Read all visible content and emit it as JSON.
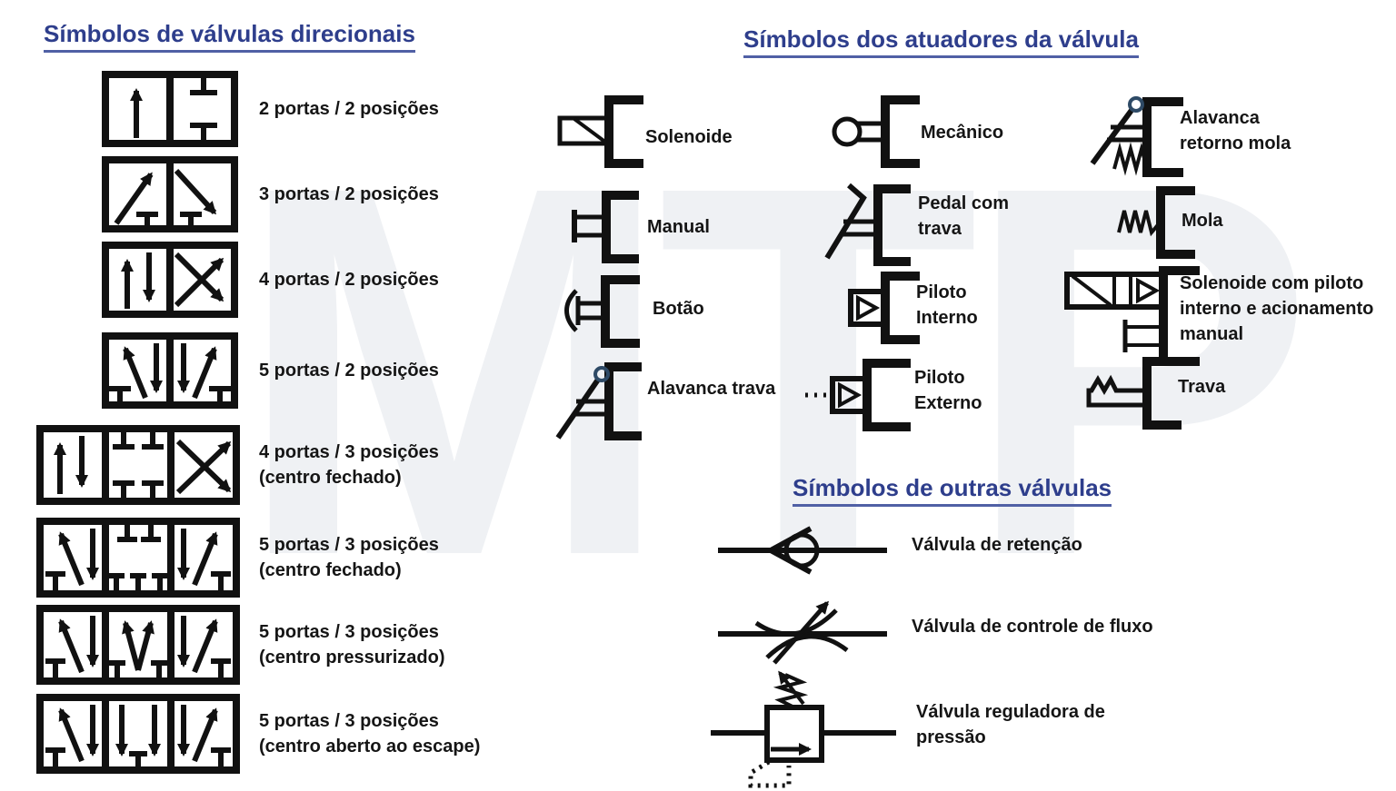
{
  "watermark": {
    "text": "MTP",
    "color": "#eff1f4"
  },
  "colors": {
    "title": "#2e3e8c",
    "symbol_stroke": "#111111",
    "lever_knob": "#2e4a66",
    "label": "#151515"
  },
  "directional": {
    "title": "Símbolos de válvulas direcionais",
    "items": [
      {
        "symbol": "valve-2-ports-2-positions",
        "lines": [
          "2 portas / 2 posições"
        ]
      },
      {
        "symbol": "valve-3-ports-2-positions",
        "lines": [
          "3 portas / 2 posições"
        ]
      },
      {
        "symbol": "valve-4-ports-2-positions",
        "lines": [
          "4 portas / 2 posições"
        ]
      },
      {
        "symbol": "valve-5-ports-2-positions",
        "lines": [
          "5 portas / 2 posições"
        ]
      },
      {
        "symbol": "valve-4-ports-3-positions-closed-center",
        "lines": [
          "4 portas / 3 posições",
          "(centro fechado)"
        ]
      },
      {
        "symbol": "valve-5-ports-3-positions-closed-center",
        "lines": [
          "5 portas / 3 posições",
          "(centro fechado)"
        ]
      },
      {
        "symbol": "valve-5-ports-3-positions-pressurized-center",
        "lines": [
          "5 portas / 3 posições",
          "(centro pressurizado)"
        ]
      },
      {
        "symbol": "valve-5-ports-3-positions-open-exhaust-center",
        "lines": [
          "5 portas / 3 posições",
          "(centro aberto ao escape)"
        ]
      }
    ]
  },
  "actuators": {
    "title": "Símbolos dos atuadores da válvula",
    "items": [
      {
        "symbol": "solenoid",
        "lines": [
          "Solenoide"
        ]
      },
      {
        "symbol": "manual",
        "lines": [
          "Manual"
        ]
      },
      {
        "symbol": "push-button",
        "lines": [
          "Botão"
        ]
      },
      {
        "symbol": "lever-with-latch",
        "lines": [
          "Alavanca trava"
        ]
      },
      {
        "symbol": "mechanical-roller",
        "lines": [
          "Mecânico"
        ]
      },
      {
        "symbol": "pedal-with-latch",
        "lines": [
          "Pedal com",
          "trava"
        ]
      },
      {
        "symbol": "internal-pilot",
        "lines": [
          "Piloto",
          "Interno"
        ]
      },
      {
        "symbol": "external-pilot",
        "lines": [
          "Piloto",
          "Externo"
        ]
      },
      {
        "symbol": "lever-spring-return",
        "lines": [
          "Alavanca",
          "retorno mola"
        ]
      },
      {
        "symbol": "spring",
        "lines": [
          "Mola"
        ]
      },
      {
        "symbol": "solenoid-internal-pilot-manual-override",
        "lines": [
          "Solenoide com piloto",
          "interno e acionamento",
          "manual"
        ]
      },
      {
        "symbol": "latch",
        "lines": [
          "Trava"
        ]
      }
    ]
  },
  "other_valves": {
    "title": "Símbolos de outras válvulas",
    "items": [
      {
        "symbol": "check-valve",
        "lines": [
          "Válvula de retenção"
        ]
      },
      {
        "symbol": "flow-control-valve",
        "lines": [
          "Válvula de controle de fluxo"
        ]
      },
      {
        "symbol": "pressure-regulator-valve",
        "lines": [
          "Válvula reguladora de",
          "pressão"
        ]
      }
    ]
  }
}
